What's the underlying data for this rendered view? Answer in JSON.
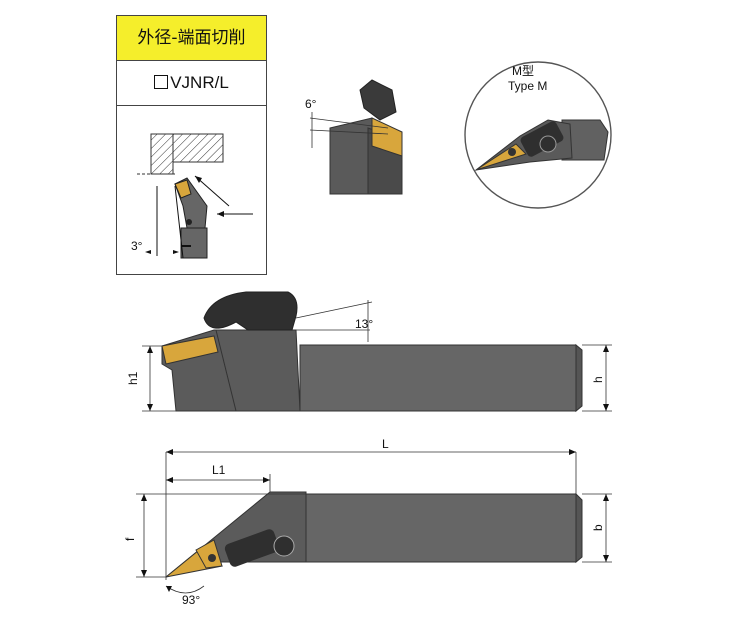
{
  "legend_box": {
    "title": "外径-端面切削",
    "code": "VJNR/L",
    "angle": "3°"
  },
  "view3d": {
    "angle": "6°"
  },
  "inset": {
    "line1": "M型",
    "line2": "Type M"
  },
  "side_view": {
    "angle": "13°",
    "h1": "h1",
    "h": "h"
  },
  "top_view": {
    "L": "L",
    "L1": "L1",
    "f": "f",
    "b": "b",
    "angle": "93°"
  },
  "colors": {
    "body": "#616161",
    "body_dark": "#4a4a4a",
    "insert": "#d8a63c",
    "clamp": "#2f2f2f",
    "header": "#f5ee2b"
  }
}
